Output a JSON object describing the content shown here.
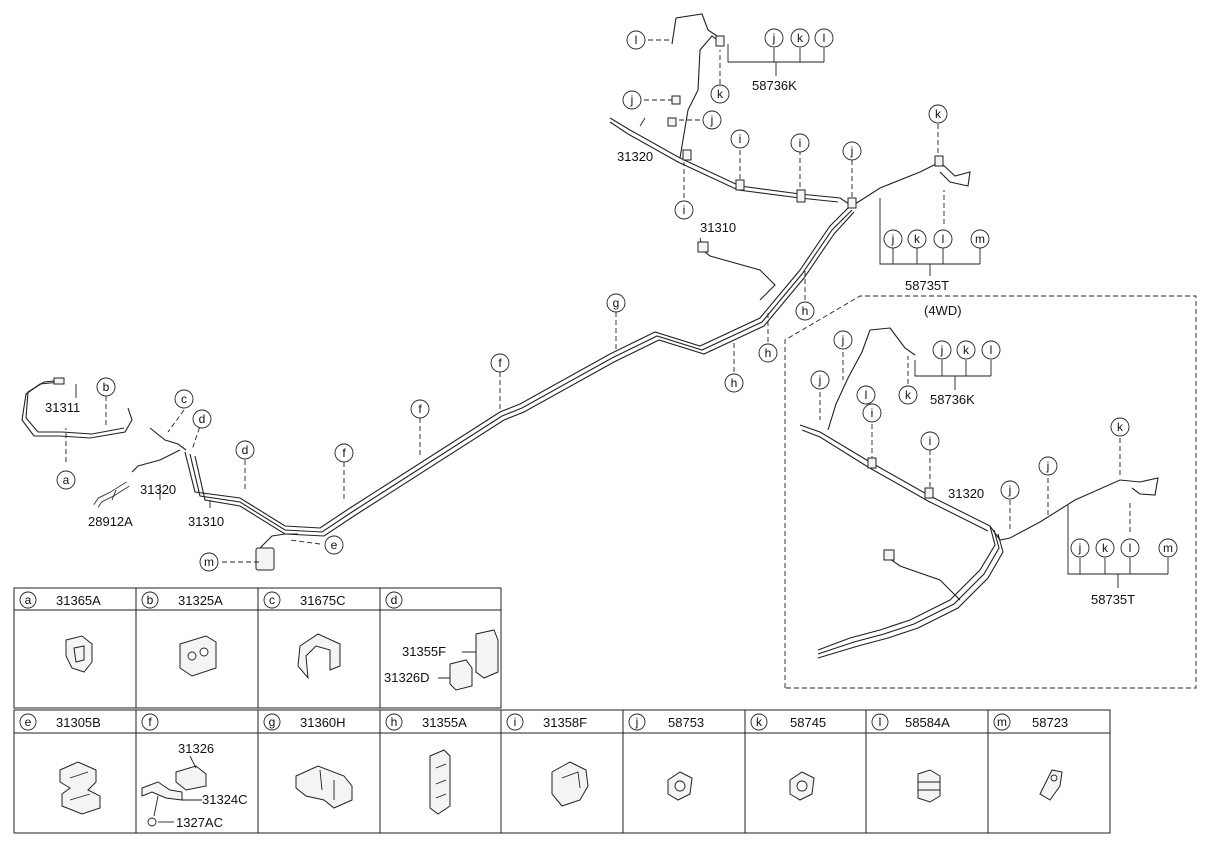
{
  "callout_letters": [
    "a",
    "b",
    "c",
    "d",
    "e",
    "f",
    "g",
    "h",
    "i",
    "j",
    "k",
    "l",
    "m"
  ],
  "main_labels": {
    "p31311": "31311",
    "p31320_left": "31320",
    "p28912A": "28912A",
    "p31310_left": "31310",
    "p31320_top": "31320",
    "p31310_mid": "31310",
    "p58736K_top": "58736K",
    "p58735T_top": "58735T"
  },
  "inset": {
    "title": "(4WD)",
    "p58736K": "58736K",
    "p31320": "31320",
    "p58735T": "58735T"
  },
  "parts_table": {
    "row1": [
      {
        "letter": "a",
        "part": "31365A"
      },
      {
        "letter": "b",
        "part": "31325A"
      },
      {
        "letter": "c",
        "part": "31675C"
      },
      {
        "letter": "d",
        "part": ""
      }
    ],
    "d_sub": [
      "31355F",
      "31326D"
    ],
    "row2": [
      {
        "letter": "e",
        "part": "31305B"
      },
      {
        "letter": "f",
        "part": ""
      },
      {
        "letter": "g",
        "part": "31360H"
      },
      {
        "letter": "h",
        "part": "31355A"
      },
      {
        "letter": "i",
        "part": "31358F"
      },
      {
        "letter": "j",
        "part": "58753"
      },
      {
        "letter": "k",
        "part": "58745"
      },
      {
        "letter": "l",
        "part": "58584A"
      },
      {
        "letter": "m",
        "part": "58723"
      }
    ],
    "f_sub": [
      "31326",
      "31324C",
      "1327AC"
    ]
  }
}
